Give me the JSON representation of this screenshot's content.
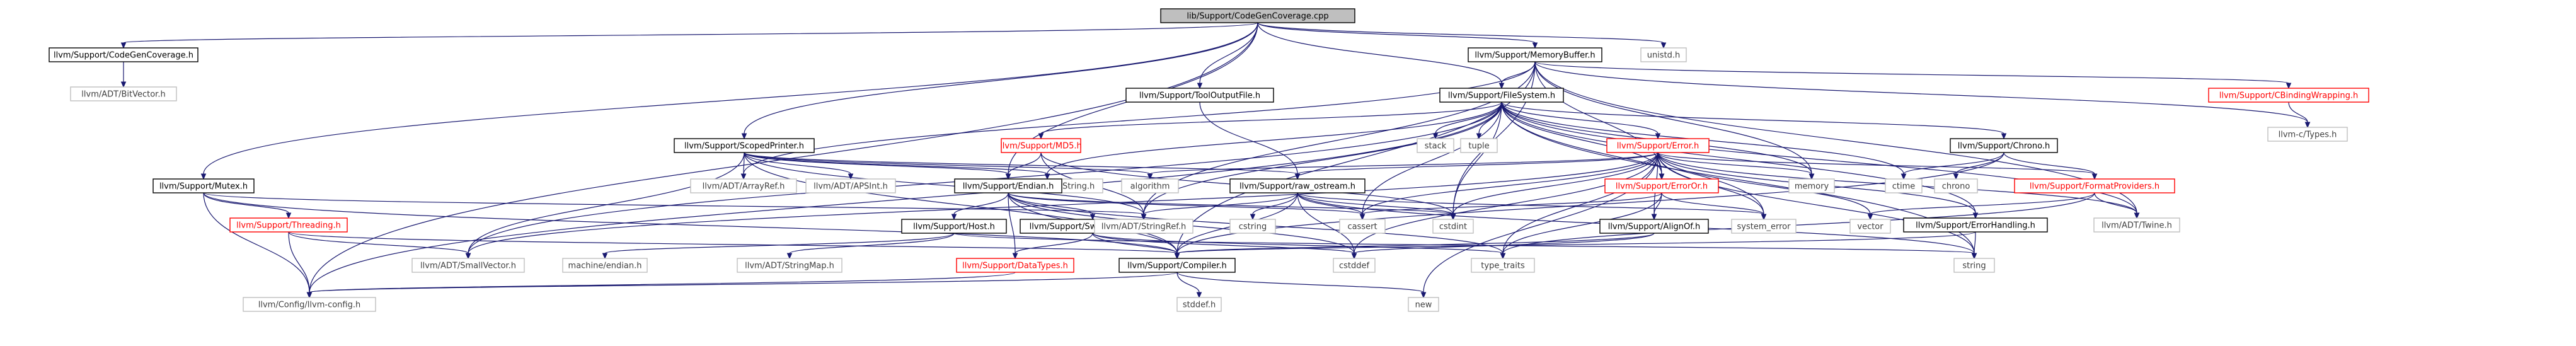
{
  "diagram": {
    "title": "lib/Support/CodeGenCoverage.cpp",
    "nodes": [
      {
        "id": "n0",
        "label": "lib/Support/CodeGenCoverage.cpp",
        "kind": "root"
      },
      {
        "id": "n1",
        "label": "llvm/Support/CodeGenCoverage.h",
        "kind": "documented"
      },
      {
        "id": "n2",
        "label": "llvm/ADT/BitVector.h",
        "kind": "undoc"
      },
      {
        "id": "n3",
        "label": "llvm/Support/MemoryBuffer.h",
        "kind": "documented"
      },
      {
        "id": "n4",
        "label": "unistd.h",
        "kind": "undoc"
      },
      {
        "id": "n5",
        "label": "llvm/Support/ToolOutputFile.h",
        "kind": "documented"
      },
      {
        "id": "n6",
        "label": "llvm/Support/FileSystem.h",
        "kind": "documented"
      },
      {
        "id": "n7",
        "label": "llvm/Support/CBindingWrapping.h",
        "kind": "partial"
      },
      {
        "id": "n8",
        "label": "llvm-c/Types.h",
        "kind": "undoc"
      },
      {
        "id": "n9",
        "label": "llvm/Support/ScopedPrinter.h",
        "kind": "documented"
      },
      {
        "id": "n10",
        "label": "llvm/Support/MD5.h",
        "kind": "partial"
      },
      {
        "id": "n11",
        "label": "stack",
        "kind": "undoc"
      },
      {
        "id": "n12",
        "label": "tuple",
        "kind": "undoc"
      },
      {
        "id": "n13",
        "label": "llvm/Support/Error.h",
        "kind": "partial"
      },
      {
        "id": "n14",
        "label": "llvm/Support/Chrono.h",
        "kind": "documented"
      },
      {
        "id": "n15",
        "label": "llvm/Support/Mutex.h",
        "kind": "documented"
      },
      {
        "id": "n16",
        "label": "llvm/ADT/ArrayRef.h",
        "kind": "undoc"
      },
      {
        "id": "n17",
        "label": "llvm/ADT/APSInt.h",
        "kind": "undoc"
      },
      {
        "id": "n18",
        "label": "llvm/ADT/SmallString.h",
        "kind": "undoc"
      },
      {
        "id": "n19",
        "label": "algorithm",
        "kind": "undoc"
      },
      {
        "id": "n20",
        "label": "llvm/Support/Endian.h",
        "kind": "documented"
      },
      {
        "id": "n21",
        "label": "llvm/Support/raw_ostream.h",
        "kind": "documented"
      },
      {
        "id": "n22",
        "label": "llvm/Support/ErrorOr.h",
        "kind": "partial"
      },
      {
        "id": "n23",
        "label": "ctime",
        "kind": "undoc"
      },
      {
        "id": "n24",
        "label": "chrono",
        "kind": "undoc"
      },
      {
        "id": "n25",
        "label": "llvm/Support/FormatProviders.h",
        "kind": "partial"
      },
      {
        "id": "n26",
        "label": "memory",
        "kind": "undoc"
      },
      {
        "id": "n27",
        "label": "llvm/Support/Threading.h",
        "kind": "partial"
      },
      {
        "id": "n28",
        "label": "llvm/Support/Host.h",
        "kind": "documented"
      },
      {
        "id": "n29",
        "label": "llvm/Support/SwapByteOrder.h",
        "kind": "documented"
      },
      {
        "id": "n30",
        "label": "llvm/ADT/StringRef.h",
        "kind": "undoc"
      },
      {
        "id": "n31",
        "label": "cstring",
        "kind": "undoc"
      },
      {
        "id": "n32",
        "label": "cassert",
        "kind": "undoc"
      },
      {
        "id": "n33",
        "label": "cstdint",
        "kind": "undoc"
      },
      {
        "id": "n34",
        "label": "llvm/Support/AlignOf.h",
        "kind": "documented"
      },
      {
        "id": "n35",
        "label": "system_error",
        "kind": "undoc"
      },
      {
        "id": "n36",
        "label": "vector",
        "kind": "undoc"
      },
      {
        "id": "n37",
        "label": "llvm/Support/ErrorHandling.h",
        "kind": "documented"
      },
      {
        "id": "n38",
        "label": "llvm/ADT/Twine.h",
        "kind": "undoc"
      },
      {
        "id": "n39",
        "label": "llvm/ADT/SmallVector.h",
        "kind": "undoc"
      },
      {
        "id": "n40",
        "label": "machine/endian.h",
        "kind": "undoc"
      },
      {
        "id": "n41",
        "label": "llvm/ADT/StringMap.h",
        "kind": "undoc"
      },
      {
        "id": "n42",
        "label": "llvm/Support/DataTypes.h",
        "kind": "partial"
      },
      {
        "id": "n43",
        "label": "llvm/Support/Compiler.h",
        "kind": "documented"
      },
      {
        "id": "n44",
        "label": "cstddef",
        "kind": "undoc"
      },
      {
        "id": "n45",
        "label": "type_traits",
        "kind": "undoc"
      },
      {
        "id": "n46",
        "label": "string",
        "kind": "undoc"
      },
      {
        "id": "n47",
        "label": "llvm/Config/llvm-config.h",
        "kind": "undoc"
      },
      {
        "id": "n48",
        "label": "stddef.h",
        "kind": "undoc"
      },
      {
        "id": "n49",
        "label": "new",
        "kind": "undoc"
      }
    ],
    "edges": [
      [
        "n0",
        "n1"
      ],
      [
        "n0",
        "n3"
      ],
      [
        "n0",
        "n4"
      ],
      [
        "n0",
        "n5"
      ],
      [
        "n0",
        "n6"
      ],
      [
        "n0",
        "n9"
      ],
      [
        "n0",
        "n15"
      ],
      [
        "n0",
        "n20"
      ],
      [
        "n0",
        "n47"
      ],
      [
        "n1",
        "n2"
      ],
      [
        "n3",
        "n6"
      ],
      [
        "n3",
        "n7"
      ],
      [
        "n3",
        "n22"
      ],
      [
        "n3",
        "n16"
      ],
      [
        "n3",
        "n30"
      ],
      [
        "n3",
        "n33"
      ],
      [
        "n3",
        "n43"
      ],
      [
        "n3",
        "n8"
      ],
      [
        "n3",
        "n26"
      ],
      [
        "n3",
        "n38"
      ],
      [
        "n5",
        "n21"
      ],
      [
        "n6",
        "n10"
      ],
      [
        "n6",
        "n13"
      ],
      [
        "n6",
        "n14"
      ],
      [
        "n6",
        "n22"
      ],
      [
        "n6",
        "n11"
      ],
      [
        "n6",
        "n12"
      ],
      [
        "n6",
        "n18"
      ],
      [
        "n6",
        "n30"
      ],
      [
        "n6",
        "n32"
      ],
      [
        "n6",
        "n33"
      ],
      [
        "n6",
        "n35"
      ],
      [
        "n6",
        "n26"
      ],
      [
        "n6",
        "n23"
      ],
      [
        "n6",
        "n38"
      ],
      [
        "n6",
        "n37"
      ],
      [
        "n6",
        "n46"
      ],
      [
        "n6",
        "n47"
      ],
      [
        "n6",
        "n39"
      ],
      [
        "n7",
        "n8"
      ],
      [
        "n9",
        "n16"
      ],
      [
        "n9",
        "n17"
      ],
      [
        "n9",
        "n18"
      ],
      [
        "n9",
        "n19"
      ],
      [
        "n9",
        "n20"
      ],
      [
        "n9",
        "n21"
      ],
      [
        "n9",
        "n30"
      ],
      [
        "n9",
        "n43"
      ],
      [
        "n9",
        "n39"
      ],
      [
        "n10",
        "n20"
      ],
      [
        "n10",
        "n30"
      ],
      [
        "n10",
        "n33"
      ],
      [
        "n13",
        "n22"
      ],
      [
        "n13",
        "n19"
      ],
      [
        "n13",
        "n21"
      ],
      [
        "n13",
        "n26"
      ],
      [
        "n13",
        "n25"
      ],
      [
        "n13",
        "n34"
      ],
      [
        "n13",
        "n36"
      ],
      [
        "n13",
        "n35"
      ],
      [
        "n13",
        "n32"
      ],
      [
        "n13",
        "n33"
      ],
      [
        "n13",
        "n45"
      ],
      [
        "n13",
        "n46"
      ],
      [
        "n13",
        "n49"
      ],
      [
        "n13",
        "n37"
      ],
      [
        "n13",
        "n38"
      ],
      [
        "n13",
        "n39"
      ],
      [
        "n13",
        "n44"
      ],
      [
        "n14",
        "n23"
      ],
      [
        "n14",
        "n24"
      ],
      [
        "n14",
        "n25"
      ],
      [
        "n14",
        "n43"
      ],
      [
        "n15",
        "n27"
      ],
      [
        "n15",
        "n43"
      ],
      [
        "n15",
        "n47"
      ],
      [
        "n15",
        "n30"
      ],
      [
        "n20",
        "n28"
      ],
      [
        "n20",
        "n29"
      ],
      [
        "n20",
        "n42"
      ],
      [
        "n20",
        "n33"
      ],
      [
        "n20",
        "n32"
      ],
      [
        "n20",
        "n43"
      ],
      [
        "n20",
        "n44"
      ],
      [
        "n20",
        "n45"
      ],
      [
        "n21",
        "n30"
      ],
      [
        "n21",
        "n31"
      ],
      [
        "n21",
        "n32"
      ],
      [
        "n21",
        "n33"
      ],
      [
        "n21",
        "n35"
      ],
      [
        "n21",
        "n44"
      ],
      [
        "n21",
        "n46"
      ],
      [
        "n21",
        "n43"
      ],
      [
        "n22",
        "n34"
      ],
      [
        "n22",
        "n35"
      ],
      [
        "n22",
        "n45"
      ],
      [
        "n22",
        "n32"
      ],
      [
        "n25",
        "n36"
      ],
      [
        "n25",
        "n38"
      ],
      [
        "n25",
        "n45"
      ],
      [
        "n27",
        "n43"
      ],
      [
        "n27",
        "n39"
      ],
      [
        "n27",
        "n47"
      ],
      [
        "n28",
        "n40"
      ],
      [
        "n28",
        "n41"
      ],
      [
        "n28",
        "n46"
      ],
      [
        "n29",
        "n42"
      ],
      [
        "n29",
        "n43"
      ],
      [
        "n29",
        "n44"
      ],
      [
        "n29",
        "n45"
      ],
      [
        "n34",
        "n43"
      ],
      [
        "n34",
        "n44"
      ],
      [
        "n37",
        "n43"
      ],
      [
        "n37",
        "n46"
      ],
      [
        "n42",
        "n47"
      ],
      [
        "n43",
        "n47"
      ],
      [
        "n43",
        "n48"
      ],
      [
        "n43",
        "n49"
      ]
    ]
  }
}
